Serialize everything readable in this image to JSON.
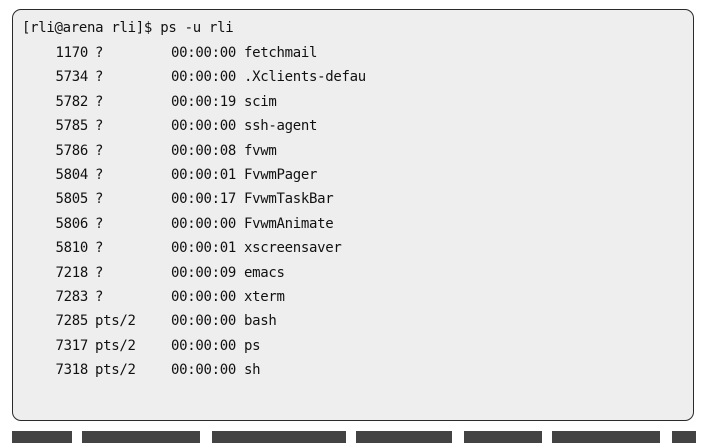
{
  "terminal": {
    "prompt": "[rli@arena rli]$ ps -u rli",
    "processes": [
      {
        "pid": "1170",
        "tty": "?",
        "time": "00:00:00",
        "cmd": "fetchmail"
      },
      {
        "pid": "5734",
        "tty": "?",
        "time": "00:00:00",
        "cmd": ".Xclients-defau"
      },
      {
        "pid": "5782",
        "tty": "?",
        "time": "00:00:19",
        "cmd": "scim"
      },
      {
        "pid": "5785",
        "tty": "?",
        "time": "00:00:00",
        "cmd": "ssh-agent"
      },
      {
        "pid": "5786",
        "tty": "?",
        "time": "00:00:08",
        "cmd": "fvwm"
      },
      {
        "pid": "5804",
        "tty": "?",
        "time": "00:00:01",
        "cmd": "FvwmPager"
      },
      {
        "pid": "5805",
        "tty": "?",
        "time": "00:00:17",
        "cmd": "FvwmTaskBar"
      },
      {
        "pid": "5806",
        "tty": "?",
        "time": "00:00:00",
        "cmd": "FvwmAnimate"
      },
      {
        "pid": "5810",
        "tty": "?",
        "time": "00:00:01",
        "cmd": "xscreensaver"
      },
      {
        "pid": "7218",
        "tty": "?",
        "time": "00:00:09",
        "cmd": "emacs"
      },
      {
        "pid": "7283",
        "tty": "?",
        "time": "00:00:00",
        "cmd": "xterm"
      },
      {
        "pid": "7285",
        "tty": "pts/2",
        "time": "00:00:00",
        "cmd": "bash"
      },
      {
        "pid": "7317",
        "tty": "pts/2",
        "time": "00:00:00",
        "cmd": "ps"
      },
      {
        "pid": "7318",
        "tty": "pts/2",
        "time": "00:00:00",
        "cmd": "sh"
      }
    ]
  }
}
